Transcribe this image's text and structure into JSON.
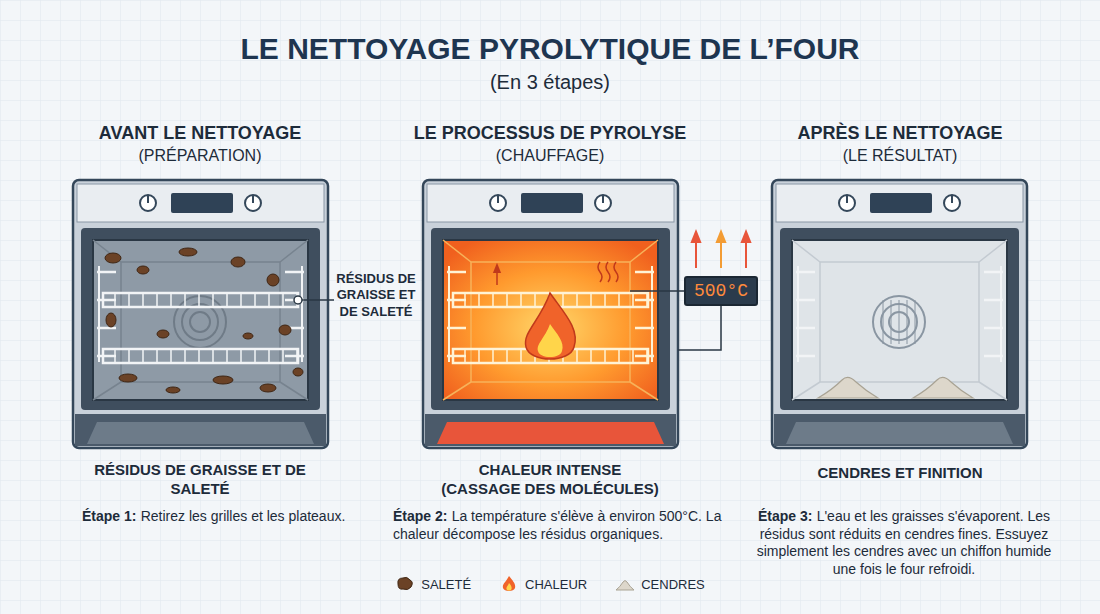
{
  "diagram": {
    "title": "LE NETTOYAGE PYROLYTIQUE DE L’FOUR",
    "nodes": [
      {
        "text": [
          "500°C"
        ]
      }
    ],
    "labels": [
      "(En 3 étapes)",
      "AVANT LE NETTOYAGE",
      "(PRÉPARATION)",
      "LE PROCESSUS DE PYROLYSE",
      "(CHAUFFAGE)",
      "APRÈS LE NETTOYAGE",
      "(LE RÉSULTAT)",
      "RÉSIDUS DE GRAISSE ET DE SALETÉ",
      "RÉSIDUS DE GRAISSE ET DE SALETÉ",
      "Étape 1:",
      "Retirez les grilles et les plateaux.",
      "CHALEUR INTENSE (CASSAGE DES MOLÉCULES)",
      "Étape 2:",
      "La température s'élève à environ 500°C. La chaleur décompose les résidus organiques.",
      "CENDRES ET FINITION",
      "Étape 3:",
      "L'eau et les graisses s'évaporent. Les résidus sont réduits en cendres fines. Essuyez simplement les cendres avec un chiffon humide une fois le four refroidi."
    ],
    "legend": [
      {
        "text": "SALETÉ"
      },
      {
        "text": "CHALEUR"
      },
      {
        "text": "CENDRES"
      }
    ]
  }
}
